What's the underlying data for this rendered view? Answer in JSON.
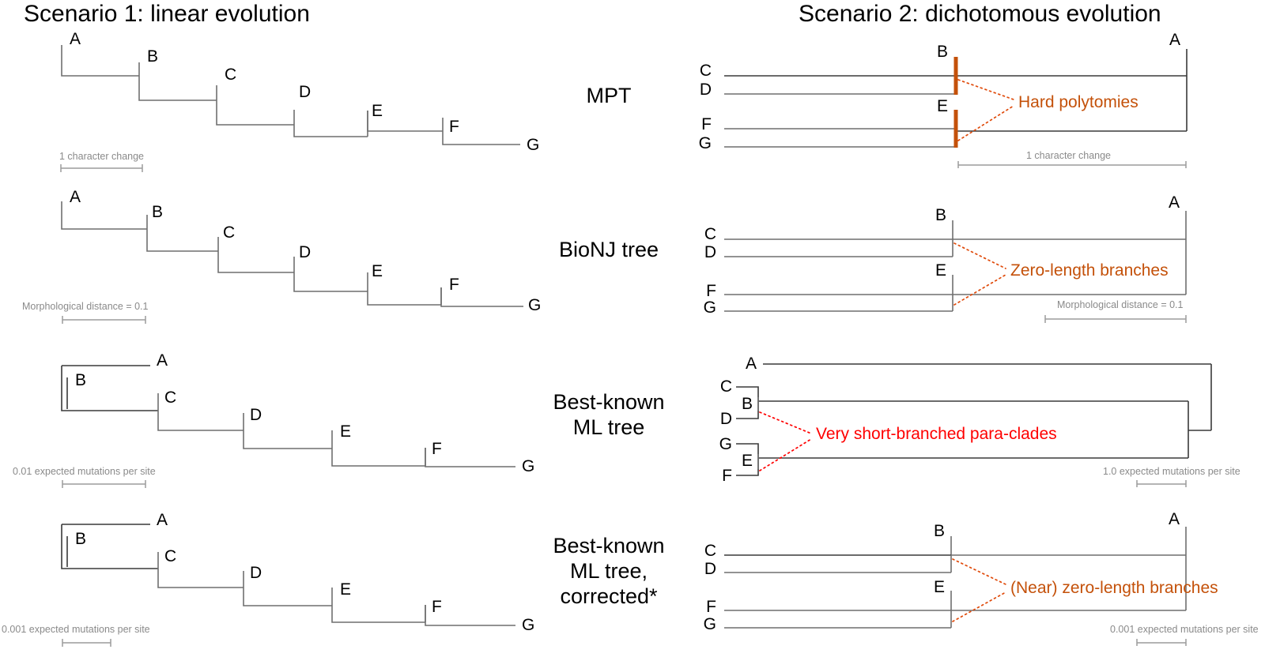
{
  "columns": {
    "left_title": "Scenario 1: linear evolution",
    "right_title": "Scenario 2: dichotomous evolution"
  },
  "rows": [
    {
      "id": "mpt",
      "label": "MPT",
      "label_lines": [
        "MPT"
      ],
      "left_scale": "1 character change",
      "right_scale": "1 character change",
      "annotation": "Hard polytomies",
      "annotation_color": "#c4510a"
    },
    {
      "id": "bionj",
      "label": "BioNJ tree",
      "label_lines": [
        "BioNJ tree"
      ],
      "left_scale": "Morphological distance = 0.1",
      "right_scale": "Morphological distance = 0.1",
      "annotation": "Zero-length branches",
      "annotation_color": "#c4510a"
    },
    {
      "id": "ml",
      "label": "Best-known ML tree",
      "label_lines": [
        "Best-known",
        "ML tree"
      ],
      "left_scale": "0.01  expected mutations per site",
      "right_scale": "1.0  expected mutations per site",
      "annotation": "Very short-branched para-clades",
      "annotation_color": "#ff0000"
    },
    {
      "id": "ml-corrected",
      "label": "Best-known ML tree, corrected*",
      "label_lines": [
        "Best-known",
        "ML tree,",
        "corrected*"
      ],
      "left_scale": "0.001  expected mutations per site",
      "right_scale": "0.001  expected mutations per site",
      "annotation": "(Near) zero-length branches",
      "annotation_color": "#c4510a"
    }
  ],
  "taxa": [
    "A",
    "B",
    "C",
    "D",
    "E",
    "F",
    "G"
  ],
  "chart_data": {
    "type": "diagram",
    "title": "Phylogenetic tree reconstructions under two evolutionary scenarios",
    "scenarios": [
      {
        "name": "Scenario 1: linear evolution",
        "topology": "ladder / pectinate: (A,(B,(C,(D,(E,(F,G))))))",
        "trees": [
          {
            "method": "MPT",
            "scale_label": "1 character change",
            "tips": [
              "A",
              "B",
              "C",
              "D",
              "E",
              "F",
              "G"
            ],
            "note": "Fully resolved stepwise ladder, equal branch lengths"
          },
          {
            "method": "BioNJ tree",
            "scale_label": "Morphological distance = 0.1",
            "tips": [
              "A",
              "B",
              "C",
              "D",
              "E",
              "F",
              "G"
            ],
            "note": "Fully resolved stepwise ladder"
          },
          {
            "method": "Best-known ML tree",
            "scale_label": "0.01  expected mutations per site",
            "tips": [
              "A",
              "B",
              "C",
              "D",
              "E",
              "F",
              "G"
            ],
            "note": "A on long branch, B very short stub, remainder ladder"
          },
          {
            "method": "Best-known ML tree, corrected*",
            "scale_label": "0.001  expected mutations per site",
            "tips": [
              "A",
              "B",
              "C",
              "D",
              "E",
              "F",
              "G"
            ],
            "note": "Same as ML tree at finer scale"
          }
        ]
      },
      {
        "name": "Scenario 2: dichotomous evolution",
        "topology": "polytomies: A sister to ((B,C,D),(E,F,G))",
        "trees": [
          {
            "method": "MPT",
            "scale_label": "1 character change",
            "tips": [
              "A",
              "B",
              "C",
              "D",
              "E",
              "F",
              "G"
            ],
            "annotation": "Hard polytomies",
            "note": "Two hard polytomies marked by thick orange vertical bars"
          },
          {
            "method": "BioNJ tree",
            "scale_label": "Morphological distance = 0.1",
            "tips": [
              "A",
              "B",
              "C",
              "D",
              "E",
              "F",
              "G"
            ],
            "annotation": "Zero-length branches",
            "note": "Polytomies resolved with zero-length branches"
          },
          {
            "method": "Best-known ML tree",
            "scale_label": "1.0  expected mutations per site",
            "tips": [
              "A",
              "C",
              "B",
              "D",
              "G",
              "E",
              "F"
            ],
            "annotation": "Very short-branched para-clades",
            "note": "Very short-branched para-clades at left; nested root at right"
          },
          {
            "method": "Best-known ML tree, corrected*",
            "scale_label": "0.001  expected mutations per site",
            "tips": [
              "A",
              "B",
              "C",
              "D",
              "E",
              "F",
              "G"
            ],
            "annotation": "(Near) zero-length branches",
            "note": "Near zero-length branches"
          }
        ]
      }
    ]
  }
}
